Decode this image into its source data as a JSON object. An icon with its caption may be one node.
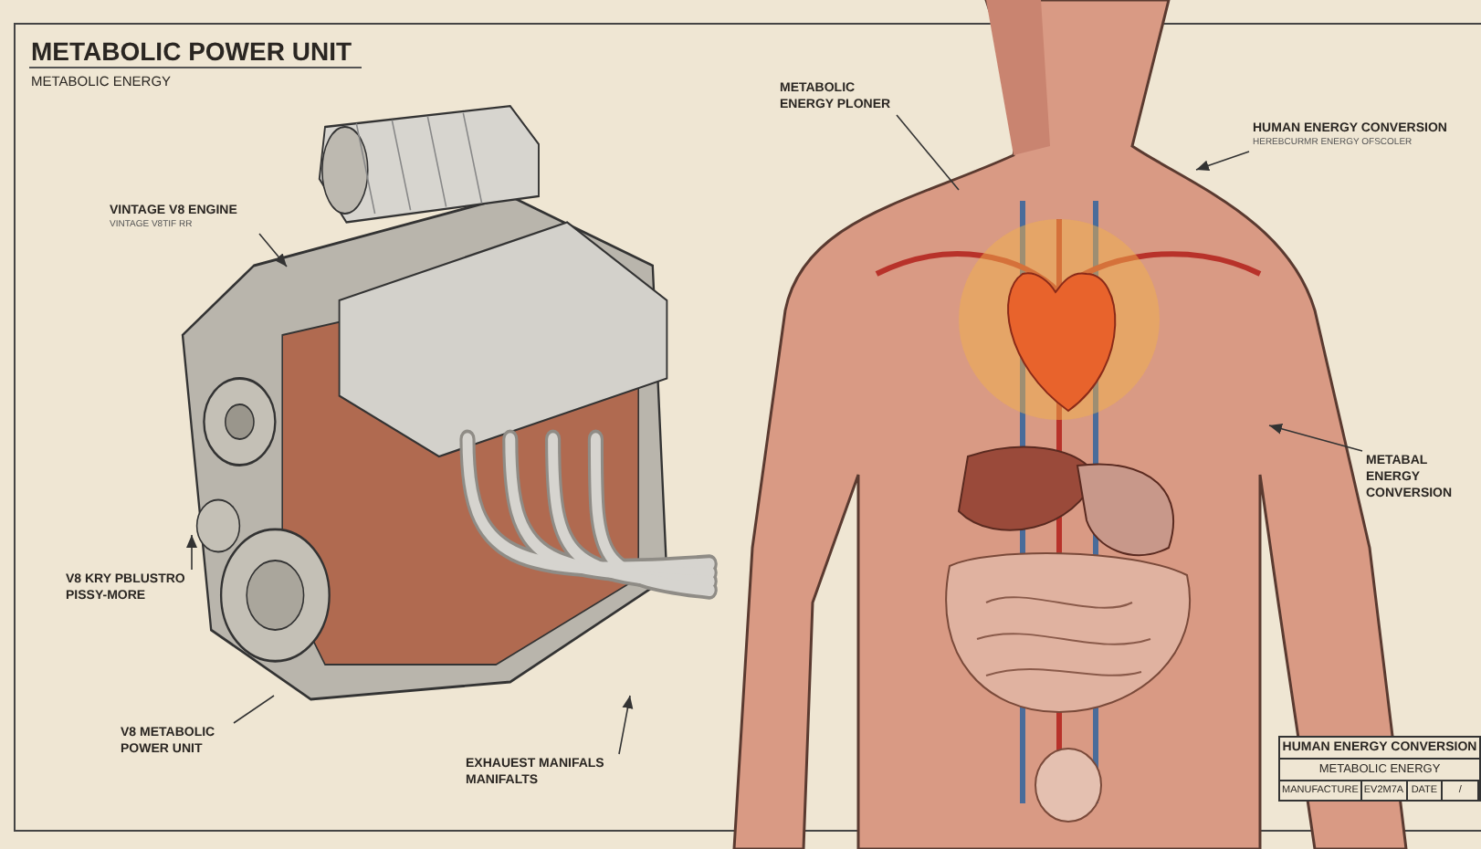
{
  "diagram": {
    "title": "METABOLIC POWER UNIT",
    "nodes": [
      {
        "text": [],
        "shape": "picture"
      },
      {
        "text": [],
        "shape": "picture"
      },
      {
        "text": [
          "VINTAGE V8 ENGINE",
          "VINTAGE V8TIF RR"
        ]
      },
      {
        "text": [
          "V8 KRY PBLUSTRO PISSY-MORE"
        ]
      },
      {
        "text": [
          "V8 METABOLIC POWER UNIT"
        ]
      },
      {
        "text": [
          "EXHAUEST MANIFALS MANIFALTS"
        ]
      },
      {
        "text": [
          "METABOLIC ENERGY PLONER"
        ]
      },
      {
        "text": [
          "HUMAN ENERGY CONVERSION",
          "HEREBCURMR ENERGY OFSCOLER"
        ]
      },
      {
        "text": [
          "METABAL ENERGY CONVERSION"
        ]
      }
    ],
    "edges": [
      {
        "from": 2,
        "to": 0,
        "arrow": "to"
      },
      {
        "from": 3,
        "to": 0,
        "arrow": "to"
      },
      {
        "from": 4,
        "to": 0,
        "arrow": "none"
      },
      {
        "from": 5,
        "to": 0,
        "arrow": "to"
      },
      {
        "from": 6,
        "to": 1,
        "arrow": "none"
      },
      {
        "from": 7,
        "to": 1,
        "arrow": "to"
      },
      {
        "from": 8,
        "to": 1,
        "arrow": "to"
      }
    ],
    "labels": [
      "METABOLIC ENERGY",
      "HUMAN ENERGY CONVERSION",
      "METABOLIC ENERGY",
      "MANUFACTURE",
      "EV2M7A",
      "DATE",
      "/"
    ]
  }
}
